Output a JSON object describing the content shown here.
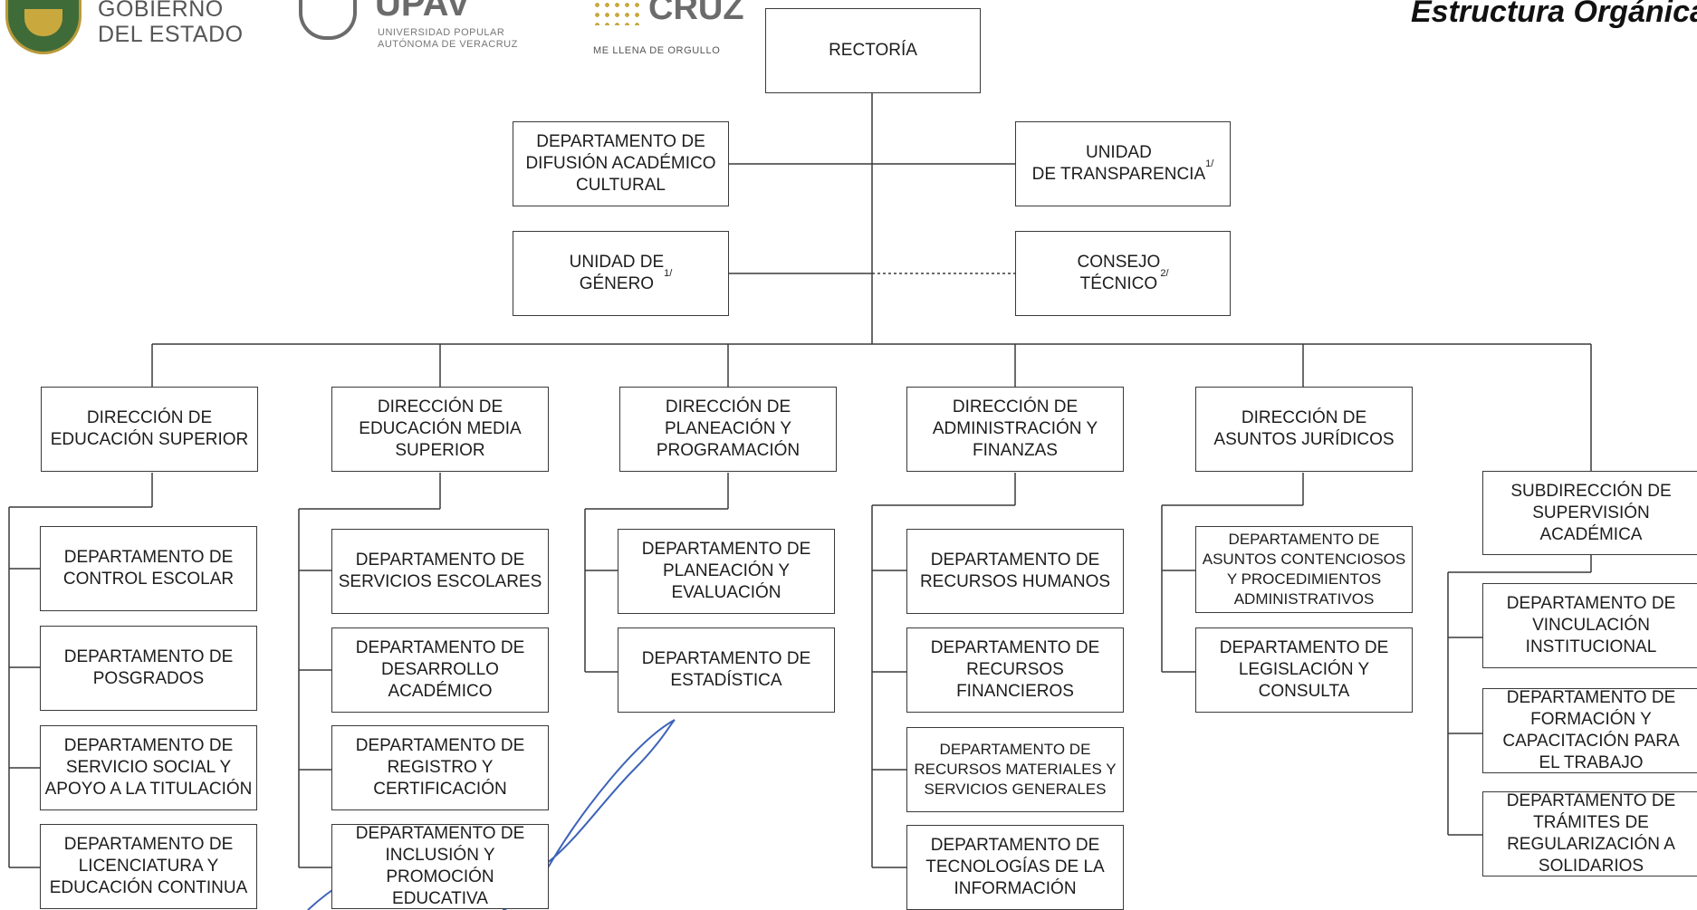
{
  "header": {
    "gov_logo_text": "GOBIERNO\nDEL ESTADO",
    "upav_logo_title": "UPAV",
    "upav_logo_subtitle": "UNIVERSIDAD POPULAR\nAUTÓNOMA DE VERACRUZ",
    "veracruz_logo_title": "CRUZ",
    "veracruz_slogan": "ME LLENA DE ORGULLO",
    "page_heading": "Estructura Orgánica"
  },
  "org": {
    "rectoria": "RECTORÍA",
    "difusion": "DEPARTAMENTO DE\nDIFUSIÓN ACADÉMICO\nCULTURAL",
    "transparencia": "UNIDAD\nDE TRANSPARENCIA",
    "transparencia_note": "1/",
    "genero": "UNIDAD DE\nGÉNERO",
    "genero_note": "1/",
    "consejo": "CONSEJO\nTÉCNICO",
    "consejo_note": "2/",
    "dir_superior": "DIRECCIÓN DE\nEDUCACIÓN SUPERIOR",
    "dir_media": "DIRECCIÓN DE\nEDUCACIÓN MEDIA\nSUPERIOR",
    "dir_planeacion": "DIRECCIÓN DE\nPLANEACIÓN Y\nPROGRAMACIÓN",
    "dir_admin": "DIRECCIÓN DE\nADMINISTRACIÓN Y\nFINANZAS",
    "dir_juridicos": "DIRECCIÓN DE\nASUNTOS JURÍDICOS",
    "subdir_supervision": "SUBDIRECCIÓN DE\nSUPERVISIÓN\nACADÉMICA",
    "dept_control": "DEPARTAMENTO DE\nCONTROL ESCOLAR",
    "dept_posgrados": "DEPARTAMENTO DE\nPOSGRADOS",
    "dept_servicio": "DEPARTAMENTO DE\nSERVICIO SOCIAL Y\nAPOYO A LA TITULACIÓN",
    "dept_licenciatura": "DEPARTAMENTO DE\nLICENCIATURA Y\nEDUCACIÓN CONTINUA",
    "dept_serv_escolares": "DEPARTAMENTO DE\nSERVICIOS ESCOLARES",
    "dept_desarrollo": "DEPARTAMENTO DE\nDESARROLLO\nACADÉMICO",
    "dept_registro": "DEPARTAMENTO DE\nREGISTRO Y\nCERTIFICACIÓN",
    "dept_inclusion": "DEPARTAMENTO DE\nINCLUSIÓN Y\nPROMOCIÓN EDUCATIVA",
    "dept_plan_eval": "DEPARTAMENTO DE\nPLANEACIÓN Y\nEVALUACIÓN",
    "dept_estadistica": "DEPARTAMENTO DE\nESTADÍSTICA",
    "dept_rh": "DEPARTAMENTO DE\nRECURSOS HUMANOS",
    "dept_rf": "DEPARTAMENTO DE\nRECURSOS\nFINANCIEROS",
    "dept_rm": "DEPARTAMENTO DE\nRECURSOS MATERIALES Y\nSERVICIOS GENERALES",
    "dept_ti": "DEPARTAMENTO DE\nTECNOLOGÍAS DE LA\nINFORMACIÓN",
    "dept_contenciosos": "DEPARTAMENTO DE\nASUNTOS CONTENCIOSOS\nY PROCEDIMIENTOS\nADMINISTRATIVOS",
    "dept_legislacion": "DEPARTAMENTO DE\nLEGISLACIÓN Y\nCONSULTA",
    "dept_vinculacion": "DEPARTAMENTO DE\nVINCULACIÓN\nINSTITUCIONAL",
    "dept_formacion": "DEPARTAMENTO DE\nFORMACIÓN Y\nCAPACITACIÓN PARA\nEL TRABAJO",
    "dept_tramites": "DEPARTAMENTO DE\nTRÁMITES DE\nREGULARIZACIÓN A\nSOLIDARIOS"
  }
}
